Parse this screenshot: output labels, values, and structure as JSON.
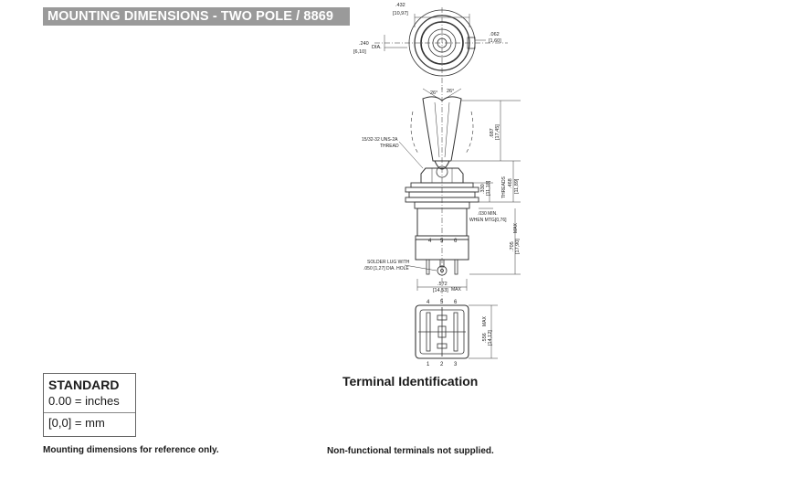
{
  "header": {
    "title": "MOUNTING DIMENSIONS - TWO POLE / 8869"
  },
  "drawing": {
    "dims": {
      "top_width_in": ".432",
      "top_width_mm": "[10,97]",
      "side_width_in": ".240",
      "side_dia": "DIA.",
      "side_width_mm": "[6,10]",
      "flat_in": ".062",
      "flat_mm": "[1,60]",
      "angle_left": "26°",
      "angle_right": "26°",
      "lever_len_in": ".687",
      "lever_len_mm": "[17,45]",
      "thread_label": "15/32-32 UNS-2A",
      "thread_word": "THREAD",
      "bushing_in": ".330",
      "bushing_mm": "[11,18]",
      "threads_label": "THREADS",
      "bushing_total_in": ".468",
      "bushing_total_mm": "[11,89]",
      "panel_in": ".030 MIN.",
      "panel_label": "WHEN MTG.",
      "panel_mm": "[0,76]",
      "max_label": "MAX",
      "body_len_in": ".705",
      "body_len_mm": "[17,90]",
      "solder_label": "SOLDER LUG WITH",
      "hole_label": ".050 [1,27] DIA. HOLE",
      "body_width_in": ".572",
      "body_width_max": "MAX",
      "body_width_mm": "[14,53]",
      "bottom_height_in": ".556",
      "bottom_height_mm": "[14,12]",
      "bottom_max": "MAX"
    },
    "terminals_top_row": [
      "4",
      "5",
      "6"
    ],
    "terminals_side_row": [
      "4",
      "5",
      "6"
    ],
    "terminals_bottom_row": [
      "1",
      "2",
      "3"
    ]
  },
  "standard": {
    "title": "STANDARD",
    "inches": "0.00 = inches",
    "mm": "[0,0] = mm"
  },
  "terminal_identification": "Terminal Identification",
  "notes": {
    "left": "Mounting dimensions for reference only.",
    "right": "Non-functional terminals not supplied."
  }
}
